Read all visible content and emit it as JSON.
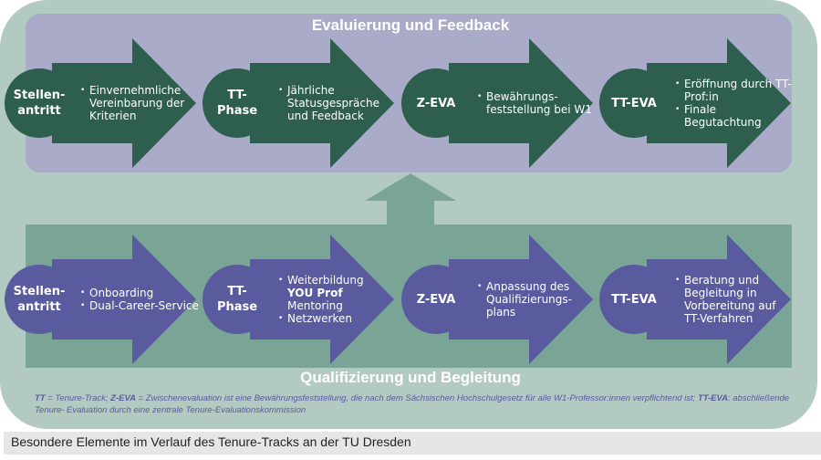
{
  "colors": {
    "outer": "#b2cac1",
    "top_panel": "#a9abc8",
    "green": "#2d5e4e",
    "bottom_panel": "#7aa596",
    "purple": "#5a5a9e"
  },
  "top": {
    "title": "Evaluierung und Feedback",
    "steps": [
      {
        "label": "Stellen-\nantritt",
        "bullets": [
          "Einvernehmliche Vereinbarung der Kriterien"
        ]
      },
      {
        "label": "TT-\nPhase",
        "bullets": [
          "Jährliche Statusgespräche und Feedback"
        ]
      },
      {
        "label": "Z-EVA",
        "bullets": [
          "Bewährungs-feststellung bei W1"
        ]
      },
      {
        "label": "TT-EVA",
        "bullets": [
          "Eröffnung durch TT-Prof:in",
          "Finale Begutachtung"
        ]
      }
    ]
  },
  "bottom": {
    "title": "Qualifizierung und Begleitung",
    "steps": [
      {
        "label": "Stellen-\nantritt",
        "bullets": [
          "Onboarding",
          "Dual-Career-Service"
        ]
      },
      {
        "label": "TT-\nPhase",
        "bullets": [
          "Weiterbildung",
          "YOU Prof",
          "Mentoring",
          "Netzwerken"
        ]
      },
      {
        "label": "Z-EVA",
        "bullets": [
          "Anpassung des Qualifizierungs-plans"
        ]
      },
      {
        "label": "TT-EVA",
        "bullets": [
          "Beratung und Begleitung in Vorbereitung auf TT-Verfahren"
        ]
      }
    ]
  },
  "note": {
    "tt": "TT",
    "tt_def": " = Tenure-Track; ",
    "zeva": "Z-EVA",
    "zeva_def": " = Zwischenevaluation ist eine Bewährungsfeststellung, die nach dem Sächsischen Hochschulgesetz für alle W1-Professor:innen verpflichtend ist; ",
    "tteva": "TT-EVA",
    "tteva_def": ": abschließende Tenure- Evaluation durch eine zentrale Tenure-Evaluationskommission"
  },
  "caption": "Besondere Elemente im Verlauf des Tenure-Tracks an der TU Dresden"
}
